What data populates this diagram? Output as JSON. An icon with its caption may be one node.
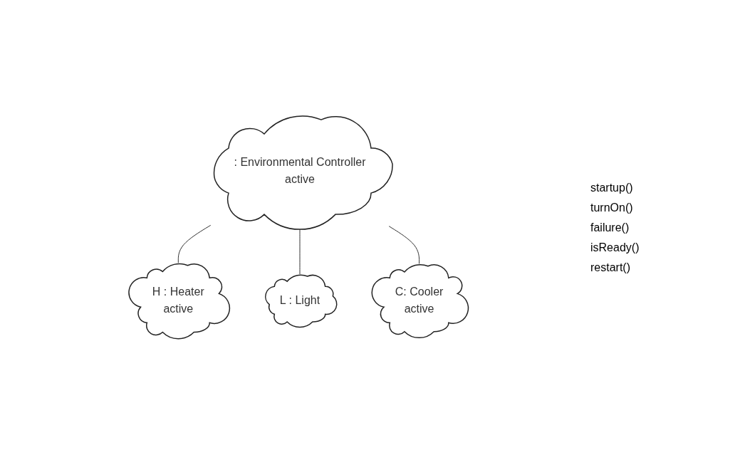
{
  "diagram": {
    "nodes": [
      {
        "text": [
          ": Environmental Controller",
          "active"
        ]
      },
      {
        "text": [
          "H : Heater",
          "active"
        ]
      },
      {
        "text": [
          "L : Light"
        ]
      },
      {
        "text": [
          "C: Cooler",
          "active"
        ]
      }
    ],
    "edges": [
      {
        "from": 0,
        "to": 1,
        "arrow": "none"
      },
      {
        "from": 0,
        "to": 2,
        "arrow": "none"
      },
      {
        "from": 0,
        "to": 3,
        "arrow": "none"
      }
    ],
    "labels": [
      "startup()",
      "turnOn()",
      "failure()",
      "isReady()",
      "restart()"
    ]
  }
}
